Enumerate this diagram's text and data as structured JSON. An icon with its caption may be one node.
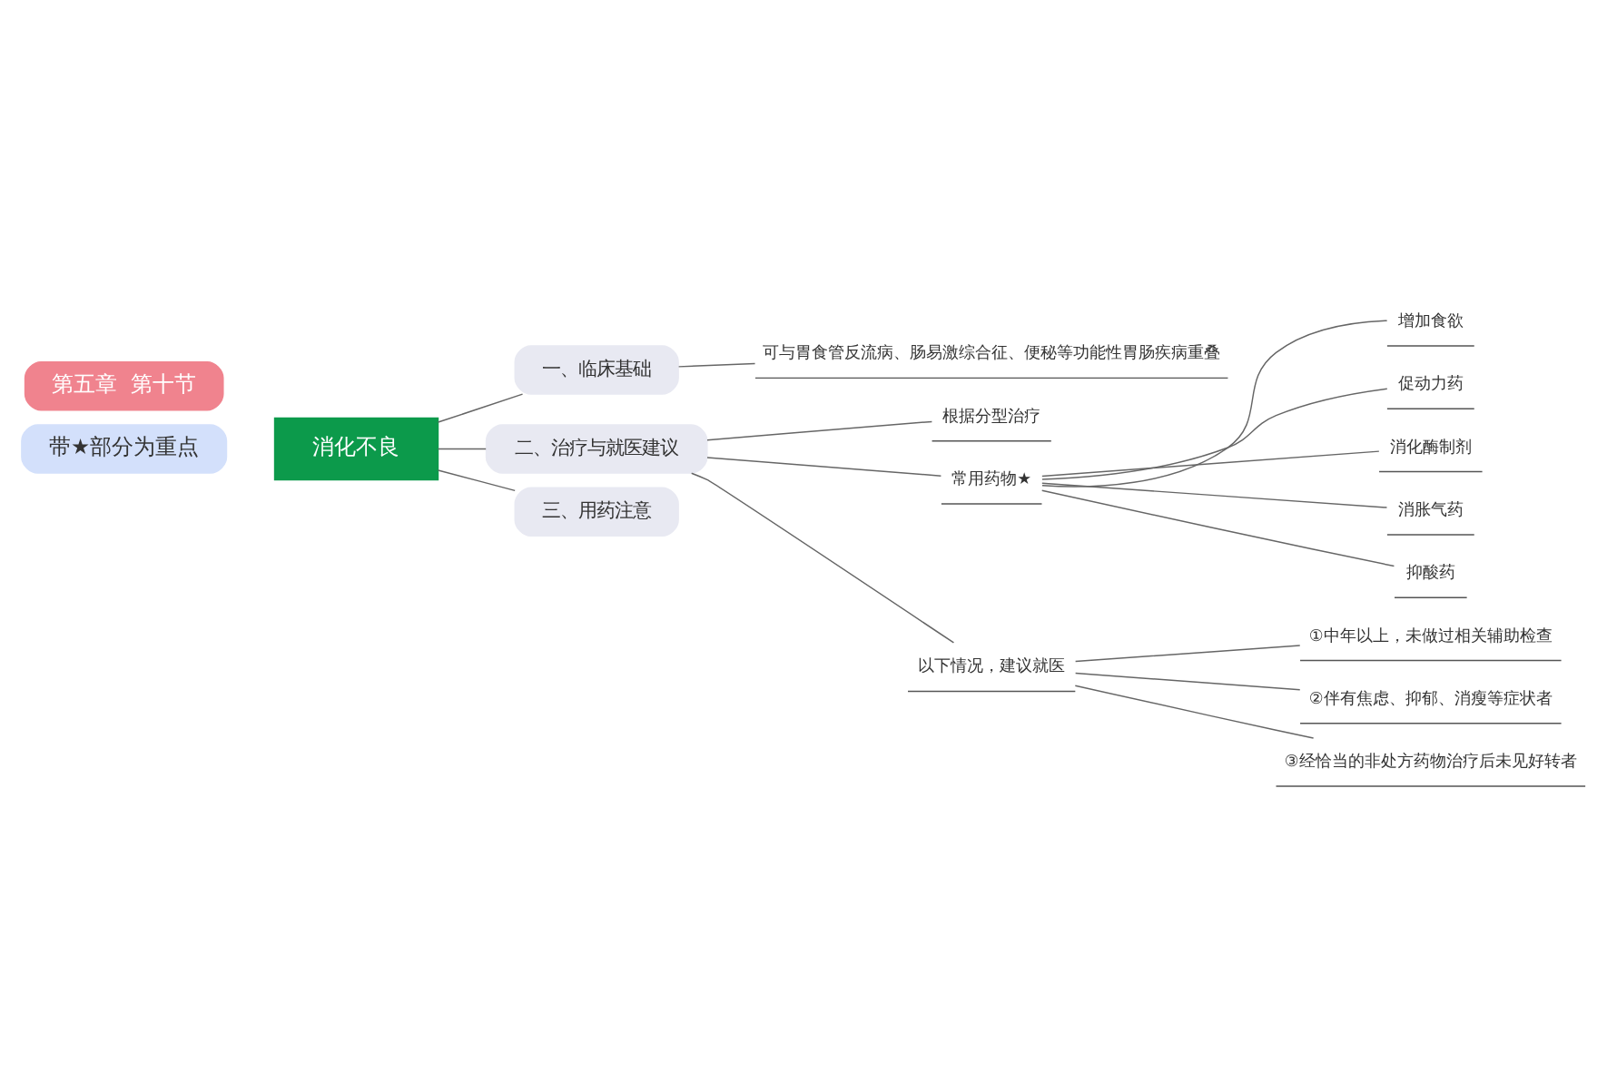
{
  "diagram": {
    "nodes": [
      {
        "text": [
          "第五章  第十节"
        ]
      },
      {
        "text": [
          "带★部分为重点"
        ]
      },
      {
        "text": [
          "消化不良"
        ]
      },
      {
        "text": [
          "一、临床基础"
        ]
      },
      {
        "text": [
          "可与胃食管反流病、肠易激综合征、便秘等功能性胃肠疾病重叠"
        ]
      },
      {
        "text": [
          "二、治疗与就医建议"
        ]
      },
      {
        "text": [
          "根据分型治疗"
        ]
      },
      {
        "text": [
          "常用药物★"
        ]
      },
      {
        "text": [
          "增加食欲"
        ]
      },
      {
        "text": [
          "促动力药"
        ]
      },
      {
        "text": [
          "消化酶制剂"
        ]
      },
      {
        "text": [
          "消胀气药"
        ]
      },
      {
        "text": [
          "抑酸药"
        ]
      },
      {
        "text": [
          "以下情况，建议就医"
        ]
      },
      {
        "text": [
          "①中年以上，未做过相关辅助检查"
        ]
      },
      {
        "text": [
          "②伴有焦虑、抑郁、消瘦等症状者"
        ]
      },
      {
        "text": [
          "③经恰当的非处方药物治疗后未见好转者"
        ]
      },
      {
        "text": [
          "三、用药注意"
        ]
      }
    ],
    "edges": [
      {
        "from": 2,
        "to": 3,
        "arrow": "none"
      },
      {
        "from": 2,
        "to": 5,
        "arrow": "none"
      },
      {
        "from": 2,
        "to": 17,
        "arrow": "none"
      },
      {
        "from": 3,
        "to": 4,
        "arrow": "none"
      },
      {
        "from": 5,
        "to": 6,
        "arrow": "none"
      },
      {
        "from": 5,
        "to": 7,
        "arrow": "none"
      },
      {
        "from": 5,
        "to": 13,
        "arrow": "none"
      },
      {
        "from": 7,
        "to": 8,
        "arrow": "none"
      },
      {
        "from": 7,
        "to": 9,
        "arrow": "none"
      },
      {
        "from": 7,
        "to": 10,
        "arrow": "none"
      },
      {
        "from": 7,
        "to": 11,
        "arrow": "none"
      },
      {
        "from": 7,
        "to": 12,
        "arrow": "none"
      },
      {
        "from": 13,
        "to": 14,
        "arrow": "none"
      },
      {
        "from": 13,
        "to": 15,
        "arrow": "none"
      },
      {
        "from": 13,
        "to": 16,
        "arrow": "none"
      }
    ]
  }
}
